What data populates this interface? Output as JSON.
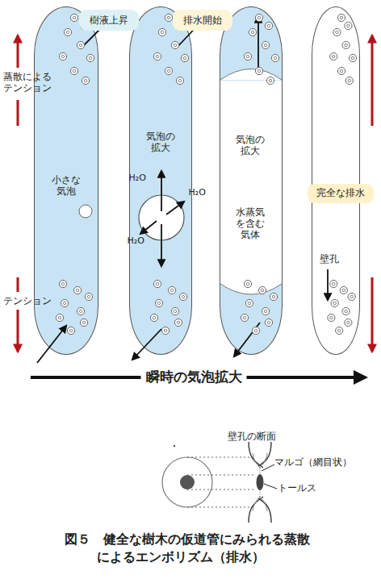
{
  "diagram": {
    "caption": "図５　健全な樹木の仮道管にみられる蒸散 によるエンボリズム（排水）",
    "nodes": [
      {
        "text": [
          "樹液上昇"
        ]
      },
      {
        "text": [
          "排水開始"
        ]
      },
      {
        "text": [
          "小さな 気泡"
        ]
      },
      {
        "text": [
          "気泡の 拡大",
          "H₂O",
          "H₂O",
          "H₂O"
        ]
      },
      {
        "text": [
          "気泡の 拡大",
          "水蒸気を含む気体"
        ]
      },
      {
        "text": [
          "壁孔"
        ]
      },
      {
        "text": [
          "完全な排水"
        ],
        "in": 5
      }
    ],
    "labels": [
      "蒸散による テンション",
      "テンション",
      "瞬時の気泡拡大",
      "壁孔の断面",
      "マルゴ（網目状）",
      "トールス"
    ]
  }
}
